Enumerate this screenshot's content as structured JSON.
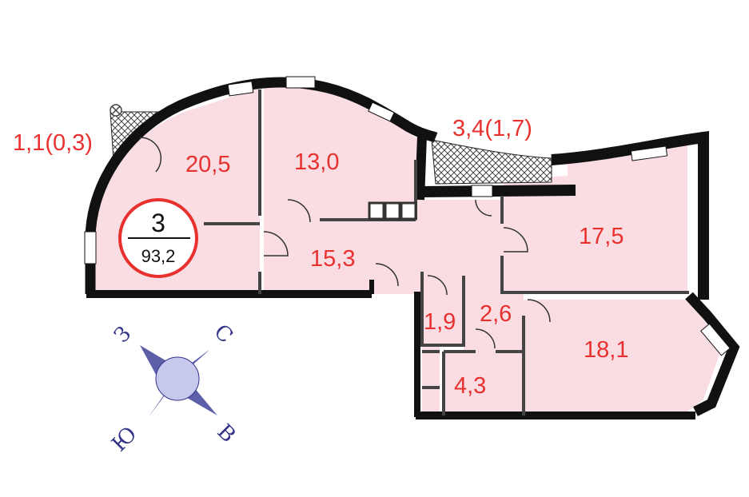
{
  "apartment": {
    "rooms_count": "3",
    "total_area": "93,2"
  },
  "rooms": [
    {
      "id": "room-20-5",
      "area": "20,5"
    },
    {
      "id": "room-13-0",
      "area": "13,0"
    },
    {
      "id": "hall-15-3",
      "area": "15,3"
    },
    {
      "id": "room-17-5",
      "area": "17,5"
    },
    {
      "id": "room-18-1",
      "area": "18,1"
    },
    {
      "id": "bath-1-9",
      "area": "1,9"
    },
    {
      "id": "corridor-2-6",
      "area": "2,6"
    },
    {
      "id": "bath-4-3",
      "area": "4,3"
    }
  ],
  "balconies": [
    {
      "id": "balcony-small",
      "area": "1,1(0,3)"
    },
    {
      "id": "balcony-large",
      "area": "3,4(1,7)"
    }
  ],
  "compass": {
    "west": "З",
    "north": "С",
    "south": "Ю",
    "east": "В"
  },
  "colors": {
    "room_fill": "#f9dde3",
    "wall": "#111111",
    "area_text": "#e8312f",
    "badge_circle": "#e8312f",
    "compass": "#33338a",
    "compass_disc": "#c7c9ec"
  }
}
